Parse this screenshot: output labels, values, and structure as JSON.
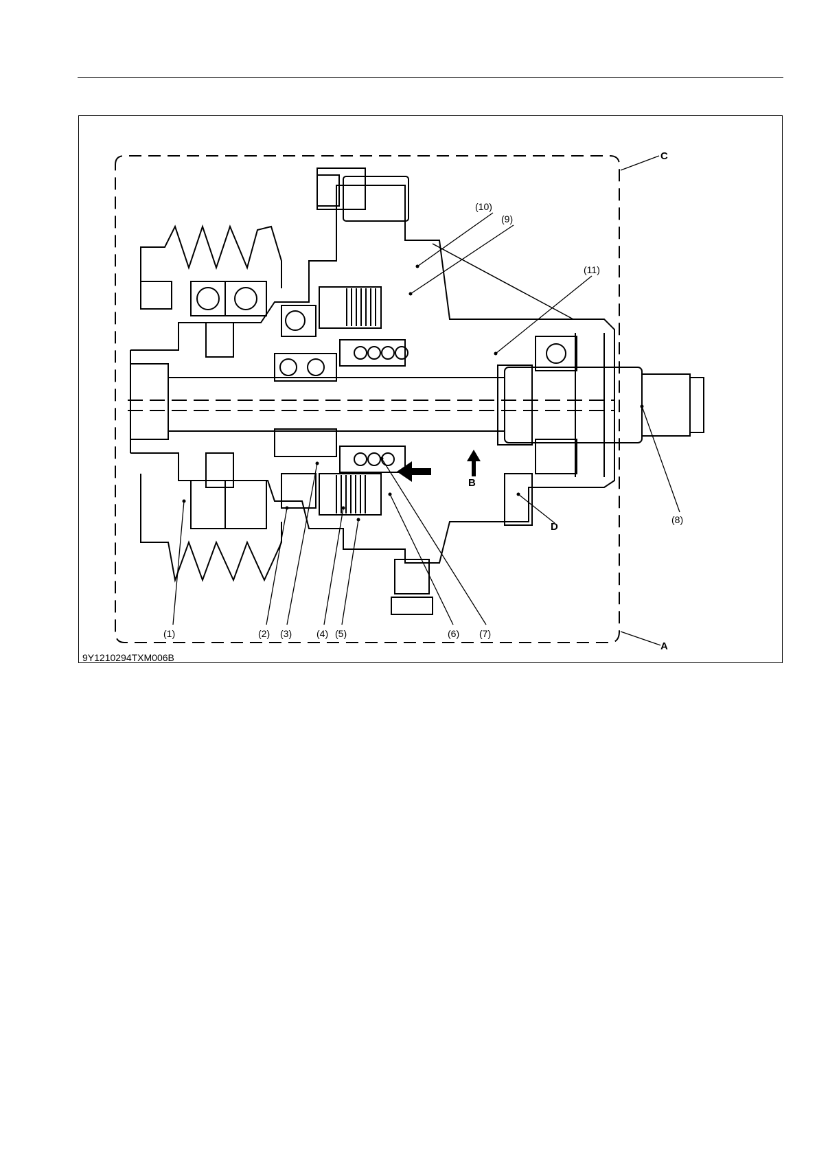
{
  "figure": {
    "id_code": "9Y1210294TXM006B",
    "callouts": [
      "(1)",
      "(2)",
      "(3)",
      "(4)",
      "(5)",
      "(6)",
      "(7)",
      "(8)",
      "(9)",
      "(10)",
      "(11)"
    ],
    "letters": {
      "a": "A",
      "b": "B",
      "c": "C",
      "d": "D"
    }
  }
}
